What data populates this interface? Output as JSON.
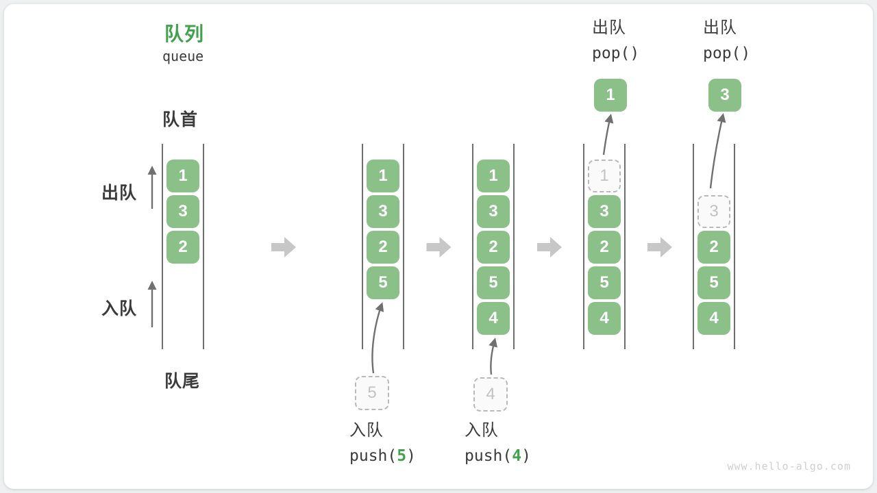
{
  "title": {
    "zh": "队列",
    "en": "queue"
  },
  "labels": {
    "front": "队首",
    "rear": "队尾",
    "dequeue": "出队",
    "enqueue": "入队"
  },
  "colors": {
    "box_green": "#8cc089",
    "accent_green": "#42a14c",
    "wall": "#4a4a4a",
    "thin_arrow": "#707070",
    "block_arrow": "#c7c7c7",
    "dashed_border": "#b9b9b9",
    "dashed_text": "#c2c2c2",
    "text_dark": "#3b3b3b",
    "watermark": "#cfcfcf"
  },
  "states": [
    {
      "name": "initial",
      "cells": [
        {
          "slot": 0,
          "value": "1",
          "style": "solid"
        },
        {
          "slot": 1,
          "value": "3",
          "style": "solid"
        },
        {
          "slot": 2,
          "value": "2",
          "style": "solid"
        }
      ]
    },
    {
      "name": "after-push-5",
      "cells": [
        {
          "slot": 0,
          "value": "1",
          "style": "solid"
        },
        {
          "slot": 1,
          "value": "3",
          "style": "solid"
        },
        {
          "slot": 2,
          "value": "2",
          "style": "solid"
        },
        {
          "slot": 3,
          "value": "5",
          "style": "solid"
        }
      ],
      "push": {
        "value": "5",
        "label": "入队",
        "code_prefix": "push(",
        "code_arg": "5",
        "code_suffix": ")"
      }
    },
    {
      "name": "after-push-4",
      "cells": [
        {
          "slot": 0,
          "value": "1",
          "style": "solid"
        },
        {
          "slot": 1,
          "value": "3",
          "style": "solid"
        },
        {
          "slot": 2,
          "value": "2",
          "style": "solid"
        },
        {
          "slot": 3,
          "value": "5",
          "style": "solid"
        },
        {
          "slot": 4,
          "value": "4",
          "style": "solid"
        }
      ],
      "push": {
        "value": "4",
        "label": "入队",
        "code_prefix": "push(",
        "code_arg": "4",
        "code_suffix": ")"
      }
    },
    {
      "name": "pop-1",
      "cells": [
        {
          "slot": 0,
          "value": "1",
          "style": "dashed"
        },
        {
          "slot": 1,
          "value": "3",
          "style": "solid"
        },
        {
          "slot": 2,
          "value": "2",
          "style": "solid"
        },
        {
          "slot": 3,
          "value": "5",
          "style": "solid"
        },
        {
          "slot": 4,
          "value": "4",
          "style": "solid"
        }
      ],
      "pop": {
        "value": "1",
        "label": "出队",
        "code": "pop()"
      }
    },
    {
      "name": "pop-3",
      "cells": [
        {
          "slot": 1,
          "value": "3",
          "style": "dashed"
        },
        {
          "slot": 2,
          "value": "2",
          "style": "solid"
        },
        {
          "slot": 3,
          "value": "5",
          "style": "solid"
        },
        {
          "slot": 4,
          "value": "4",
          "style": "solid"
        }
      ],
      "pop": {
        "value": "3",
        "label": "出队",
        "code": "pop()"
      }
    }
  ],
  "watermark": "www.hello-algo.com"
}
